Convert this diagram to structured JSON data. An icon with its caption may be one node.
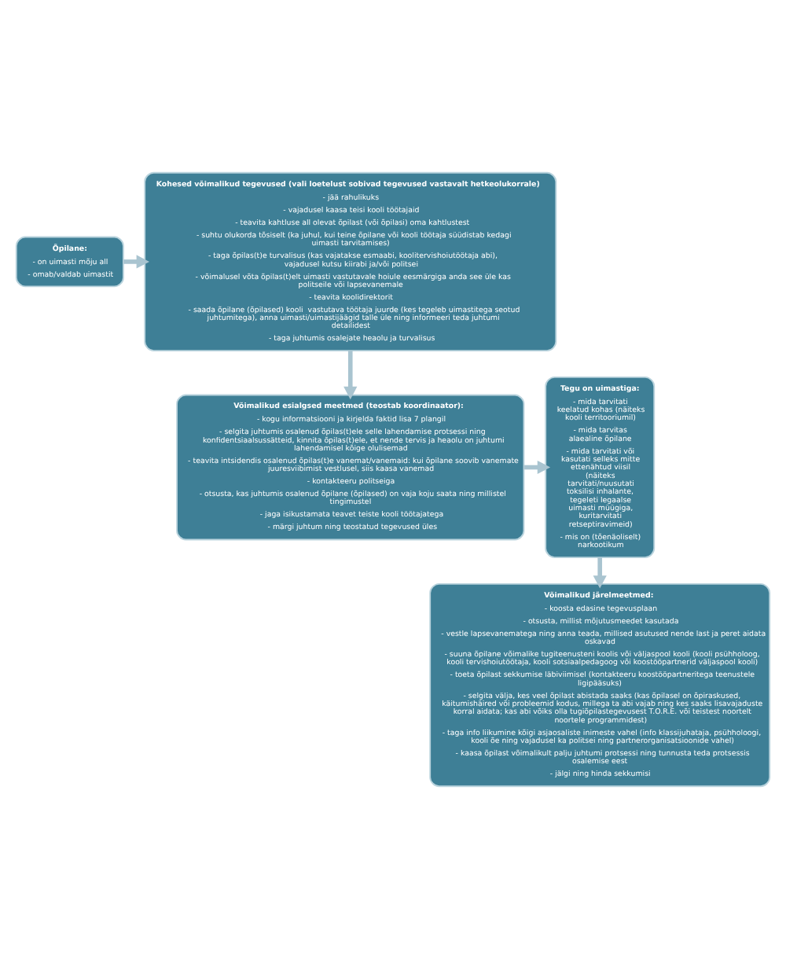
{
  "diagram": {
    "nodes": [
      {
        "text": [
          "Õpilane:",
          "- on uimasti mõju all",
          "- omab/valdab uimastit"
        ]
      },
      {
        "text": [
          "Kohesed võimalikud tegevused (vali loetelust sobivad tegevused vastavalt hetkeolukorrale)",
          "- jää rahulikuks",
          "- vajadusel kaasa teisi kooli töötajaid",
          "- teavita kahtluse all olevat õpilast (või õpilasi) oma kahtlustest",
          "- suhtu olukorda tõsiselt (ka juhul, kui teine õpilane või kooli töötaja süüdistab kedagi uimasti tarvitamises)",
          "- taga õpilas(t)e turvalisus (kas vajatakse esmaabi, koolitervishoiutöötaja abi), vajadusel kutsu kiirabi ja/või politsei",
          "- võimalusel võta õpilas(t)elt uimasti vastutavale hoiule eesmärgiga anda see üle kas politseile või lapsevanemale",
          "- teavita koolidirektorit",
          "- saada õpilane (õpilased) kooli  vastutava töötaja juurde (kes tegeleb uimastitega seotud juhtumitega), anna uimasti/uimastijäägid talle üle ning informeeri teda juhtumi detailidest",
          "- taga juhtumis osalejate heaolu ja turvalisus"
        ]
      },
      {
        "text": [
          "Võimalikud esialgsed meetmed (teostab koordinaator):",
          "- kogu informatsiooni ja kirjelda faktid lisa 7 plangil",
          "- selgita juhtumis osalenud õpilas(t)ele selle lahendamise protsessi ning konfidentsiaalsussätteid, kinnita õpilas(t)ele, et nende tervis ja heaolu on juhtumi lahendamisel kõige olulisemad",
          "- teavita intsidendis osalenud õpilas(t)e vanemat/vanemaid: kui õpilane soovib vanemate juuresviibimist vestlusel, siis kaasa vanemad",
          "- kontakteeru politseiga",
          "- otsusta, kas juhtumis osalenud õpilane (õpilased) on vaja koju saata ning millistel tingimustel",
          "- jaga isikustamata teavet teiste kooli töötajatega",
          "- märgi juhtum ning teostatud tegevused üles"
        ]
      },
      {
        "text": [
          "Tegu on uimastiga:",
          "- mida tarvitati keelatud kohas (näiteks kooli territooriumil)",
          "- mida tarvitas alaealine õpilane",
          "- mida tarvitati või kasutati selleks mitte ettenähtud viisil (näiteks tarvitati/nuusutati toksilisi inhalante, tegeleti legaalse uimasti müügiga, kuritarvitati retseptiravimeid)",
          "- mis on (tõenäoliselt) narkootikum"
        ]
      },
      {
        "text": [
          "Võimalikud järelmeetmed:",
          "- koosta edasine tegevusplaan",
          "- otsusta, millist mõjutusmeedet kasutada",
          "- vestle lapsevanematega ning anna teada, millised asutused nende last ja peret aidata oskavad",
          "- suuna õpilane võimalike tugiteenusteni koolis või väljaspool kooli (kooli psühholoog, kooli tervishoiutöötaja, kooli sotsiaalpedagoog või koostööpartnerid väljaspool kooli)",
          "- toeta õpilast sekkumise läbiviimisel (kontakteeru koostööpartneritega teenustele ligipääsuks)",
          "- selgita välja, kes veel õpilast abistada saaks (kas õpilasel on õpiraskused, käitumishäired või probleemid kodus, millega ta abi vajab ning kes saaks lisavajaduste korral aidata; kas abi võiks olla tugiõpilastegevusest T.O.R.E. või teistest noortelt noortele programmidest)",
          "- taga info liikumine kõigi asjaosaliste inimeste vahel (info klassijuhataja, psühholoogi, kooli õe ning vajadusel ka politsei ning partnerorganisatsioonide vahel)",
          "- kaasa õpilast võimalikult palju juhtumi protsessi ning tunnusta teda protsessis osalemise eest",
          "- jälgi ning hinda sekkumisi"
        ]
      }
    ],
    "edges": [
      {
        "from": 0,
        "to": 1,
        "arrow": "to"
      },
      {
        "from": 1,
        "to": 2,
        "arrow": "to"
      },
      {
        "from": 2,
        "to": 3,
        "arrow": "to"
      },
      {
        "from": 3,
        "to": 4,
        "arrow": "to"
      }
    ]
  }
}
